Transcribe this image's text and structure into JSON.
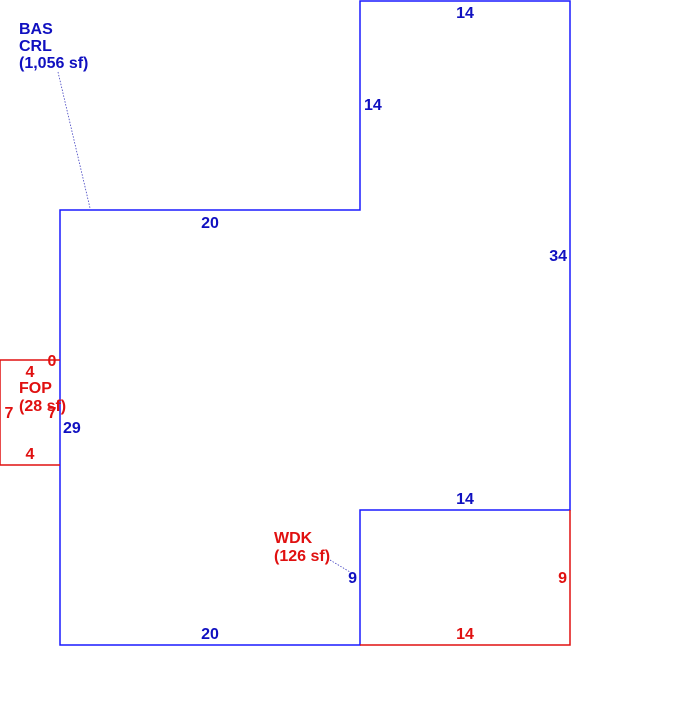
{
  "colors": {
    "bas": "#1a1aff",
    "bas_text": "#1010c0",
    "fop": "#e01010",
    "wdk": "#e01010",
    "leader": "#4040c0"
  },
  "areas": {
    "bas": {
      "code": "BAS",
      "sub": "CRL",
      "area": "(1,056 sf)"
    },
    "fop": {
      "code": "FOP",
      "area": "(28 sf)"
    },
    "wdk": {
      "code": "WDK",
      "area": "(126 sf)"
    }
  },
  "dimensions": {
    "bas_top_right": "14",
    "bas_step_vertical": "14",
    "bas_step_horizontal": "20",
    "bas_right": "34",
    "bas_left": "29",
    "bas_bottom": "20",
    "bas_lower_right_vertical": "9",
    "wdk_top": "14",
    "wdk_right": "9",
    "wdk_bottom": "14",
    "fop_top": "4",
    "fop_bottom": "4",
    "fop_left": "7",
    "fop_right": "7",
    "fop_zero": "0"
  }
}
